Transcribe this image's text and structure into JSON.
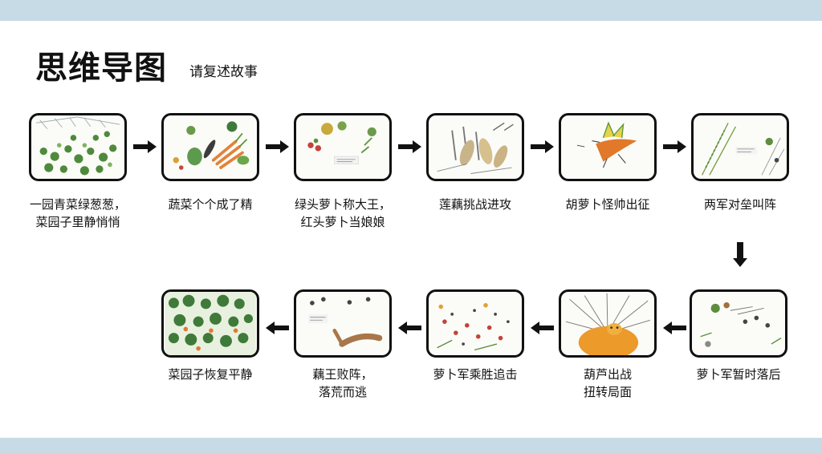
{
  "header": {
    "title": "思维导图",
    "subtitle": "请复述故事"
  },
  "steps": [
    {
      "line1": "一园青菜绿葱葱，",
      "line2": "菜园子里静悄悄"
    },
    {
      "line1": "蔬菜个个成了精",
      "line2": ""
    },
    {
      "line1": "绿头萝卜称大王，",
      "line2": "红头萝卜当娘娘"
    },
    {
      "line1": "莲藕挑战进攻",
      "line2": ""
    },
    {
      "line1": "胡萝卜怪帅出征",
      "line2": ""
    },
    {
      "line1": "两军对垒叫阵",
      "line2": ""
    },
    {
      "line1": "萝卜军暂时落后",
      "line2": ""
    },
    {
      "line1": "葫芦出战",
      "line2": "扭转局面"
    },
    {
      "line1": "萝卜军乘胜追击",
      "line2": ""
    },
    {
      "line1": "藕王败阵，",
      "line2": "落荒而逃"
    },
    {
      "line1": "菜园子恢复平静",
      "line2": ""
    }
  ],
  "colors": {
    "band": "#c6dbe6",
    "arrow": "#111111"
  }
}
